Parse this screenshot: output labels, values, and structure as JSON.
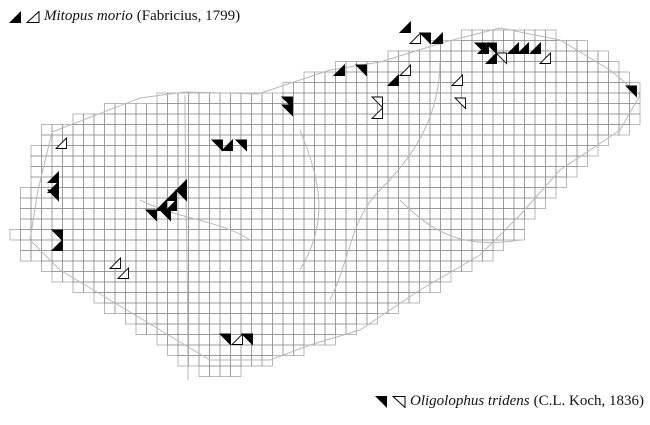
{
  "legend_top": {
    "species": "Mitopus morio",
    "author": "(Fabricius, 1799)",
    "symbols": [
      "filled-lower-right-triangle-icon",
      "open-lower-right-triangle-icon"
    ]
  },
  "legend_bottom": {
    "species": "Oligolophus tridens",
    "author": "(C.L. Koch, 1836)",
    "symbols": [
      "filled-upper-right-triangle-icon",
      "open-upper-right-triangle-icon"
    ]
  },
  "colors": {
    "grid": "#8a8a8a",
    "boundary": "#b8b8b8",
    "filled_marker": "#000000",
    "open_marker": "#000000",
    "background": "#ffffff"
  }
}
